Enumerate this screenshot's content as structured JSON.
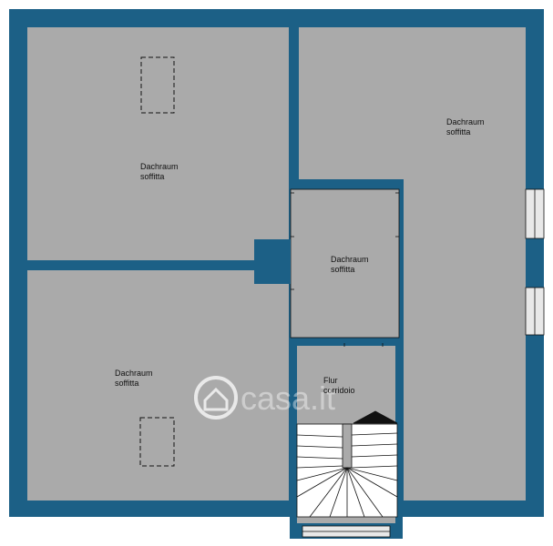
{
  "colors": {
    "wall": "#1c6086",
    "floor": "#aaaaaa",
    "line": "#111111",
    "window_glass": "#e8e8e8",
    "watermark": "#ffffff"
  },
  "rooms": {
    "top_left": {
      "line1": "Dachraum",
      "line2": "soffitta"
    },
    "bottom_left": {
      "line1": "Dachraum",
      "line2": "soffitta"
    },
    "right": {
      "line1": "Dachraum",
      "line2": "soffitta"
    },
    "middle": {
      "line1": "Dachraum",
      "line2": "soffitta"
    },
    "hall": {
      "line1": "Flur",
      "line2": "corridoio"
    }
  },
  "watermark": {
    "text": "casa.it",
    "icon": "house-icon"
  }
}
